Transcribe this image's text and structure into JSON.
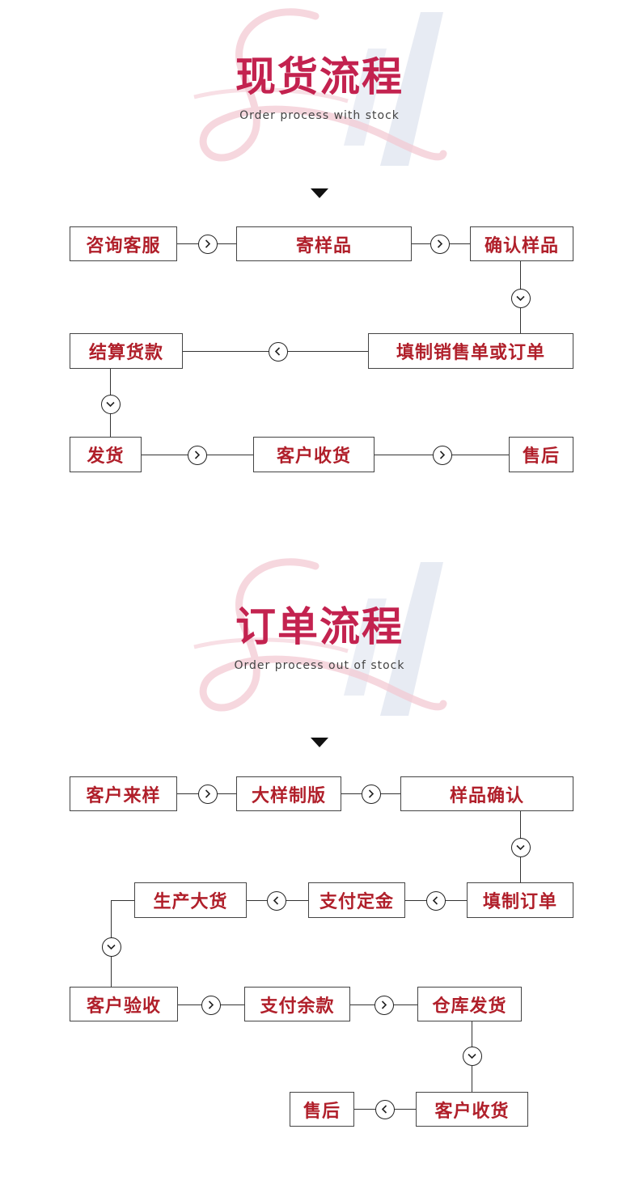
{
  "sections": [
    {
      "title": "现货流程",
      "subtitle": "Order process with stock",
      "steps": {
        "s1": "咨询客服",
        "s2": "寄样品",
        "s3": "确认样品",
        "s4": "填制销售单或订单",
        "s5": "结算货款",
        "s6": "发货",
        "s7": "客户收货",
        "s8": "售后"
      }
    },
    {
      "title": "订单流程",
      "subtitle": "Order process out of stock",
      "steps": {
        "s1": "客户来样",
        "s2": "大样制版",
        "s3": "样品确认",
        "s4": "填制订单",
        "s5": "支付定金",
        "s6": "生产大货",
        "s7": "客户验收",
        "s8": "支付余款",
        "s9": "仓库发货",
        "s10": "客户收货",
        "s11": "售后"
      }
    }
  ],
  "colors": {
    "title": "#c3224f",
    "box_text": "#b01f2a",
    "box_border": "#444444",
    "watermark_pink": "#f3c9d3",
    "watermark_blue": "#dde3ee"
  },
  "icons": {
    "arrow": "circle-chevron-icon",
    "pointer": "down-triangle-icon",
    "watermark": "script-li-logo"
  }
}
